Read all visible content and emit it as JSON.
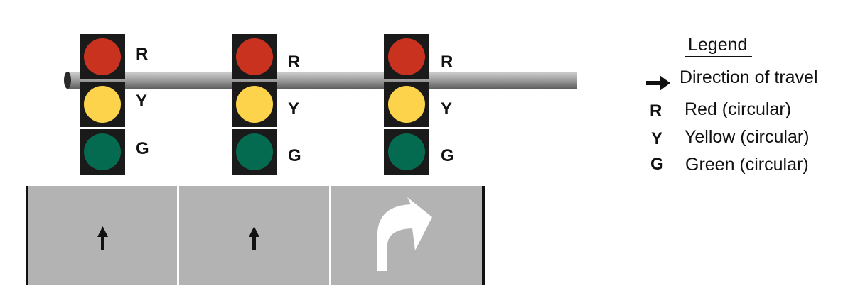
{
  "signals": [
    {
      "heads": [
        {
          "code": "R",
          "color": "#c8321f"
        },
        {
          "code": "Y",
          "color": "#fcd34a"
        },
        {
          "code": "G",
          "color": "#046b50"
        }
      ]
    },
    {
      "heads": [
        {
          "code": "R",
          "color": "#c8321f"
        },
        {
          "code": "Y",
          "color": "#fcd34a"
        },
        {
          "code": "G",
          "color": "#046b50"
        }
      ]
    },
    {
      "heads": [
        {
          "code": "R",
          "color": "#c8321f"
        },
        {
          "code": "Y",
          "color": "#fcd34a"
        },
        {
          "code": "G",
          "color": "#046b50"
        }
      ]
    }
  ],
  "lanes": [
    {
      "marking": "through-arrow-icon"
    },
    {
      "marking": "through-arrow-icon"
    },
    {
      "marking": "right-turn-arrow-icon"
    }
  ],
  "legend": {
    "title": "Legend",
    "items": [
      {
        "symbol": "arrow-right-icon",
        "code": "",
        "text": "Direction of travel"
      },
      {
        "symbol": "",
        "code": "R",
        "text": "Red (circular)"
      },
      {
        "symbol": "",
        "code": "Y",
        "text": "Yellow (circular)"
      },
      {
        "symbol": "",
        "code": "G",
        "text": "Green (circular)"
      }
    ]
  },
  "colors": {
    "signal_housing": "#1a1a1a",
    "mast_arm": "#9a9a9a",
    "pavement": "#b3b3b3",
    "lane_line": "#ffffff",
    "road_edge": "#111111",
    "arrow_dark": "#111111",
    "arrow_light": "#ffffff"
  }
}
